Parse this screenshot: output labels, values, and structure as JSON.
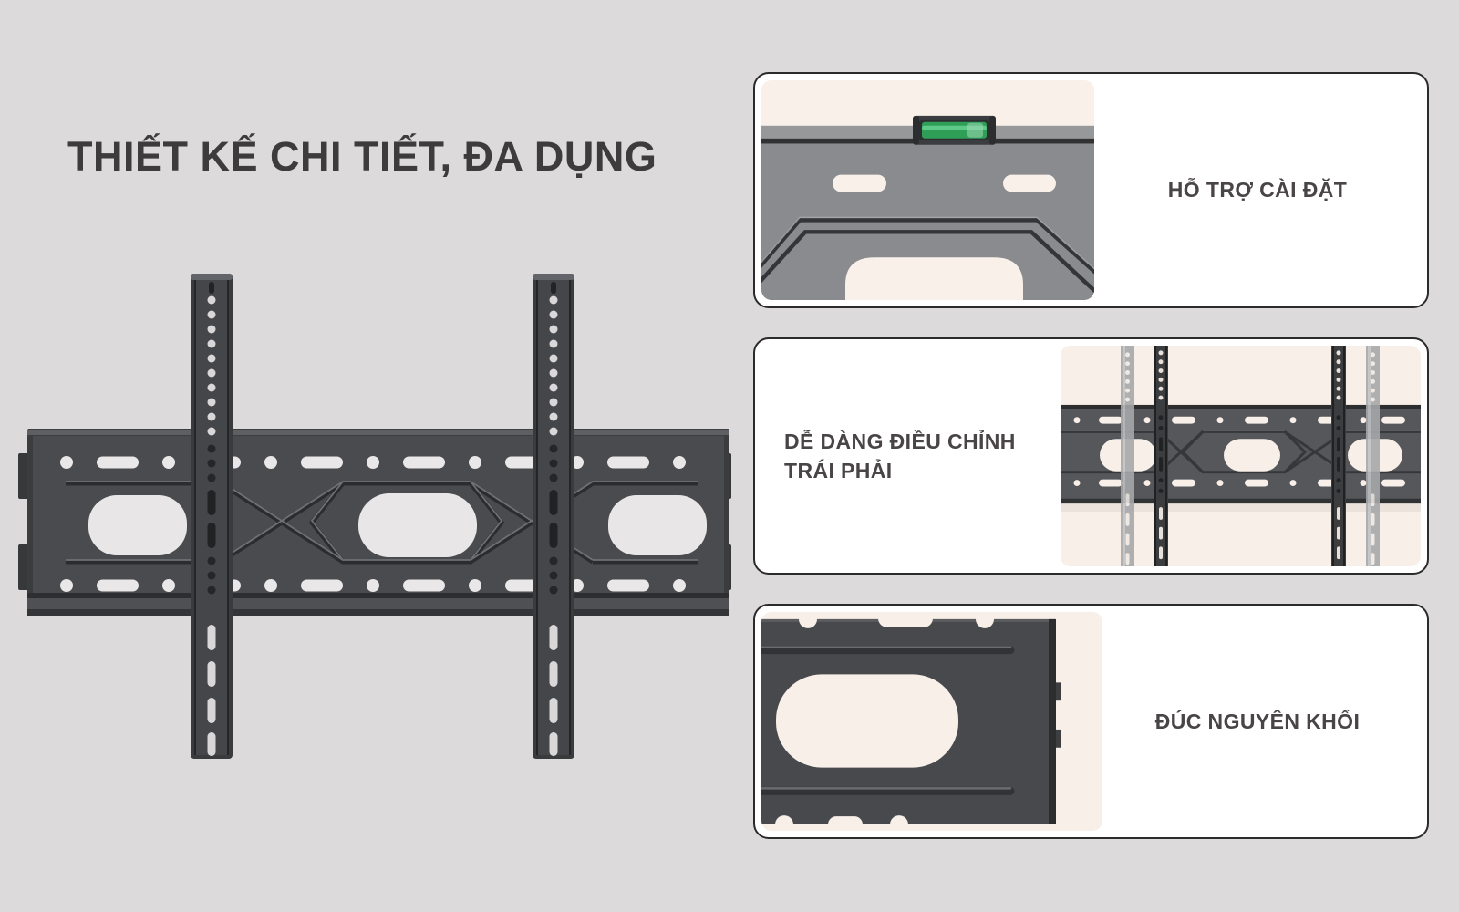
{
  "page": {
    "title": "THIẾT KẾ CHI TIẾT, ĐA DỤNG",
    "title_color": "#3d3b3c",
    "background_color": "#dcdadb"
  },
  "product_image": {
    "name": "tv-wall-mount-bracket",
    "description": "fixed TV wall-mount plate with two vertical VESA rails"
  },
  "feature_cards": [
    {
      "label": "HỖ TRỢ CÀI ĐẶT",
      "image": "bracket-top-edge-with-bubble-level-closeup",
      "image_side": "left"
    },
    {
      "label": "DỄ DÀNG ĐIỀU CHỈNH TRÁI PHẢI",
      "image": "bracket-rails-left-right-adjust",
      "image_side": "right"
    },
    {
      "label": "ĐÚC NGUYÊN KHỐI",
      "image": "one-piece-cast-plate-closeup",
      "image_side": "left"
    }
  ],
  "colors": {
    "card_background": "#ffffff",
    "card_border": "#2b2a2c",
    "card_image_background": "#f9f0ea",
    "bracket_dark": "#494b4e",
    "bracket_closeup_gray": "#898b8e",
    "label_text": "#494446",
    "bubble_level_green": "#2f9e57",
    "bubble_level_green_light": "#5fc98a"
  }
}
